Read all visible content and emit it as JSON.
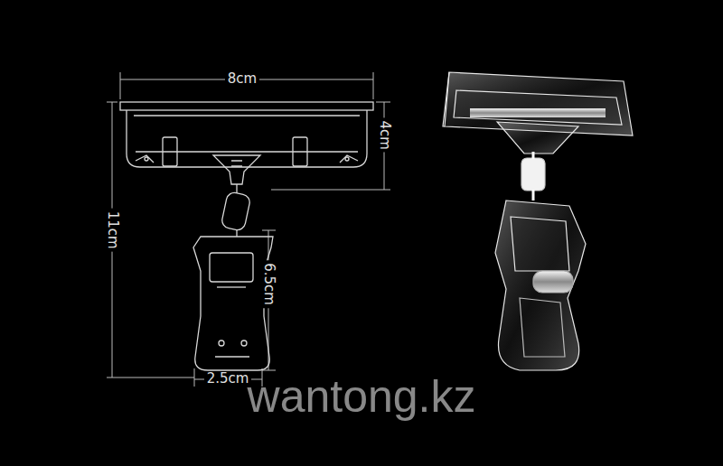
{
  "diagram": {
    "labels": [
      "8cm",
      "4cm",
      "11cm",
      "6.5cm",
      "2.5cm",
      "wantong.kz"
    ]
  }
}
